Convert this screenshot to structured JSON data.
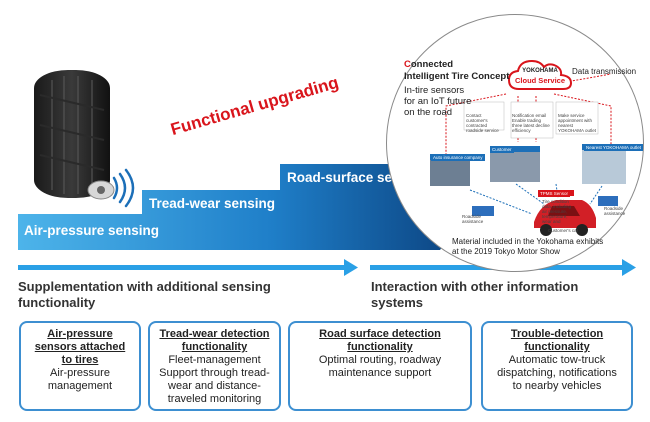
{
  "steps": {
    "air_pressure": "Air-pressure sensing",
    "tread_wear": "Tread-wear sensing",
    "road_surface": "Road-surface sensing",
    "functional_upgrading": "Functional upgrading"
  },
  "concept": {
    "title_first": "C",
    "title_rest": "onnected",
    "title_line2": "Intelligent Tire Concept",
    "subtitle_1": "In-tire sensors",
    "subtitle_2": "for an IoT future",
    "subtitle_3": "on the road",
    "brand": "YOKOHAMA",
    "cloud": "Cloud Service",
    "data_transmission": "Data transmission",
    "tpms": "TPMS Sensor",
    "material_1": "Material included in the Yokohama exhibits",
    "material_2": "at the 2019 Tokyo Motor Show"
  },
  "sections": {
    "left_1": "Supplementation with additional sensing",
    "left_2": "functionality",
    "right_1": "Interaction with other information",
    "right_2": "systems"
  },
  "boxes": [
    {
      "title_1": "Air-pressure",
      "title_2": "sensors attached",
      "title_3": "to tires",
      "desc_1": "Air-pressure",
      "desc_2": "management"
    },
    {
      "title_1": "Tread-wear detection",
      "title_2": "functionality",
      "desc_1": "Fleet-management",
      "desc_2": "Support through tread-",
      "desc_3": "wear and distance-",
      "desc_4": "traveled monitoring"
    },
    {
      "title_1": "Road surface detection",
      "title_2": "functionality",
      "desc_1": "Optimal routing, roadway",
      "desc_2": "maintenance support"
    },
    {
      "title_1": "Trouble-detection",
      "title_2": "functionality",
      "desc_1": "Automatic tow-truck",
      "desc_2": "dispatching, notifications",
      "desc_3": "to nearby vehicles"
    }
  ],
  "colors": {
    "accent_blue": "#1c6fb8",
    "accent_red": "#d9141b",
    "box_border": "#3d8fd1"
  }
}
